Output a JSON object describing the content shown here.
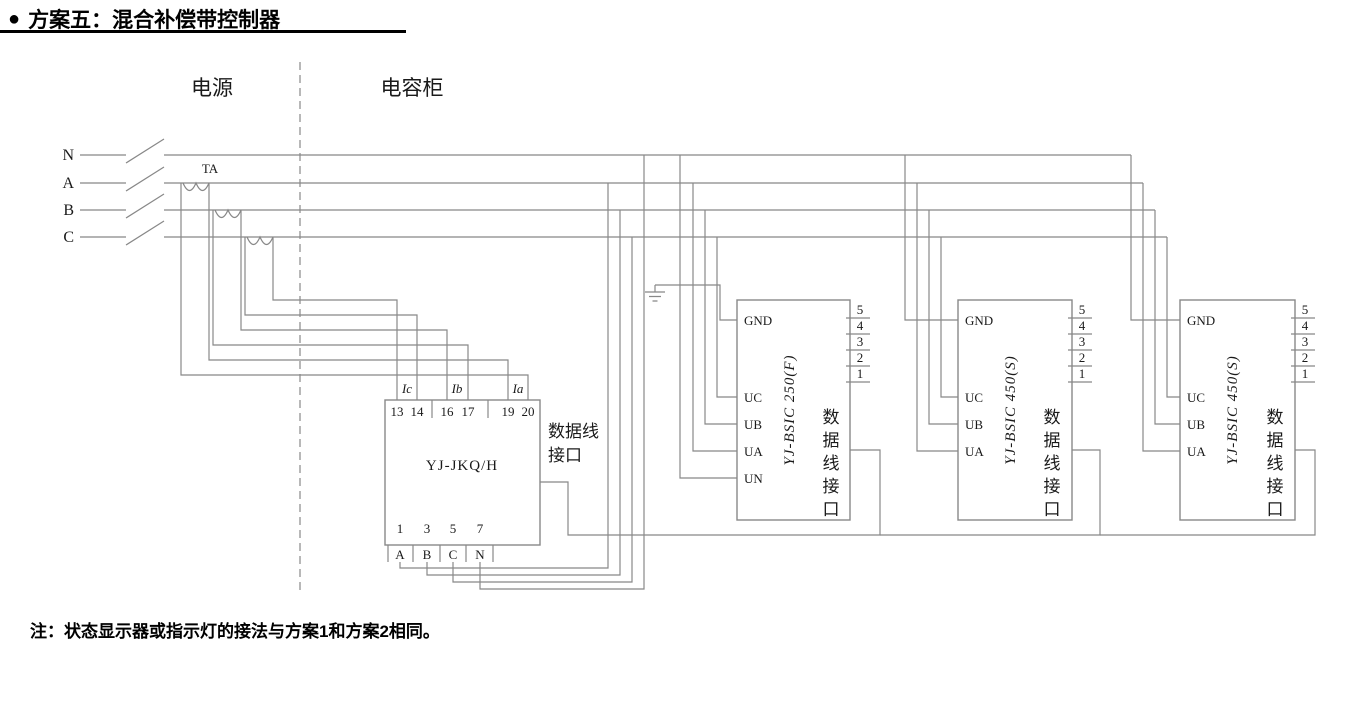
{
  "title": {
    "bullet": "●",
    "text": "方案五：混合补偿带控制器"
  },
  "sections": {
    "power": "电源",
    "cabinet": "电容柜"
  },
  "bus": {
    "labels": [
      "N",
      "A",
      "B",
      "C"
    ],
    "ta": "TA"
  },
  "controller": {
    "name": "YJ-JKQ/H",
    "ct_labels": [
      "Ic",
      "Ib",
      "Ia"
    ],
    "top_terminals": [
      "13",
      "14",
      "16",
      "17",
      "19",
      "20"
    ],
    "bottom_terminals": [
      "1",
      "3",
      "5",
      "7"
    ],
    "bottom_phases": [
      "A",
      "B",
      "C",
      "N"
    ],
    "data_port": {
      "line1": "数据线",
      "line2": "接口"
    }
  },
  "modules": [
    {
      "name": "YJ-BSIC 250(F)",
      "terminals": [
        "GND",
        "UC",
        "UB",
        "UA",
        "UN"
      ],
      "pins": [
        "5",
        "4",
        "3",
        "2",
        "1"
      ],
      "port_chars": [
        "数",
        "据",
        "线",
        "接",
        "口"
      ]
    },
    {
      "name": "YJ-BSIC 450(S)",
      "terminals": [
        "GND",
        "UC",
        "UB",
        "UA"
      ],
      "pins": [
        "5",
        "4",
        "3",
        "2",
        "1"
      ],
      "port_chars": [
        "数",
        "据",
        "线",
        "接",
        "口"
      ]
    },
    {
      "name": "YJ-BSIC 450(S)",
      "terminals": [
        "GND",
        "UC",
        "UB",
        "UA"
      ],
      "pins": [
        "5",
        "4",
        "3",
        "2",
        "1"
      ],
      "port_chars": [
        "数",
        "据",
        "线",
        "接",
        "口"
      ]
    }
  ],
  "note": "注：状态显示器或指示灯的接法与方案1和方案2相同。",
  "colors": {
    "wire": "#888888",
    "ink": "#1a1a1a"
  }
}
